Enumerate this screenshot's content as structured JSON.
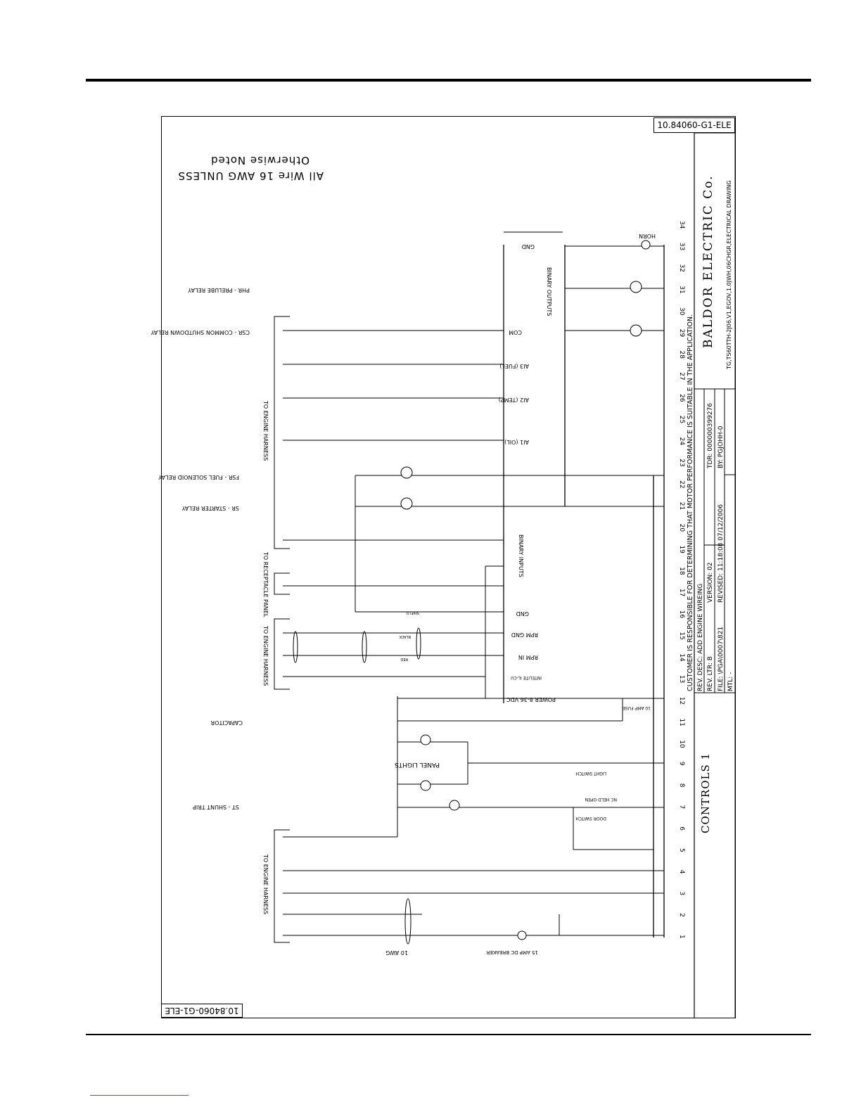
{
  "drawing": {
    "number": "10.84060-G1-ELE",
    "title_company": "BALDOR ELECTRIC Co.",
    "title_desc": "TG,TS60TTH-2J06,V1,EGOV,1.0JWH,06CHGR,ELECTRICAL DRAWING",
    "disclaimer": "CUSTOMER IS RESPONSIBLE FOR DETERMINING THAT MOTOR PERFORMANCE IS SUITABLE IN THE APPLICATION.",
    "rev_desc": "REV. DESC: ADD ENGINE WIREING",
    "rev_ltr": "REV. LTR: B",
    "version": "VERSION: 02",
    "file": "FILE: \\PGA\\0007\\821",
    "revised": "REVISED: 11:18:08 07/12/2006",
    "mtl": "MTL: -",
    "tdr": "TDR: 000000399276",
    "by": "BY: PGJOHH-0",
    "sheet_name": "CONTROLS 1",
    "note_line1": "All Wire 16 AWG UNLESS",
    "note_line2": "Otherwise Noted"
  },
  "labels": {
    "phr": "PHR - PRELUBE RELAY",
    "csr": "CSR - COMMON SHUTDOWN RELAY",
    "fsr": "FSR - FUEL SOLENOID RELAY",
    "sr": "SR - STARTER RELAY",
    "st": "ST - SHUNT TRIP",
    "capacitor": "CAPACITOR",
    "engine_harness": "TO ENGINE HARNESS",
    "receptacle": "TO RECEPTACLE PANEL",
    "horn": "HORN",
    "binary_outputs": "BINARY OUTPUTS",
    "binary_inputs": "BINARY INPUTS",
    "power": "POWER 8-36 VDC",
    "intelite": "INTELITE IL-CU",
    "panel_lights": "PANEL LIGHTS",
    "light_switch": "LIGHT SWITCH",
    "door_switch": "DOOR SWITCH",
    "nc_held": "NC HELD OPEN",
    "fuse": "10 AMP FUSE",
    "breaker": "15 AMP DC BREAKER",
    "awg10": "10 AWG",
    "gnd": "GND",
    "com": "COM",
    "rpm_in": "RPM IN",
    "rpm_gnd": "RPM GND",
    "shield": "SHIELD",
    "black": "BLACK",
    "red": "RED",
    "ai1": "AI1 (OIL)",
    "ai2": "AI2 (TEMP)",
    "ai3": "AI3 (FUEL)"
  },
  "rungs": [
    "1",
    "2",
    "3",
    "4",
    "5",
    "6",
    "7",
    "8",
    "9",
    "10",
    "11",
    "12",
    "13",
    "14",
    "15",
    "16",
    "17",
    "18",
    "19",
    "20",
    "21",
    "22",
    "23",
    "24",
    "25",
    "26",
    "27",
    "28",
    "29",
    "30",
    "31",
    "32",
    "33",
    "34"
  ],
  "colors": {
    "line": "#000000",
    "paper": "#ffffff"
  }
}
